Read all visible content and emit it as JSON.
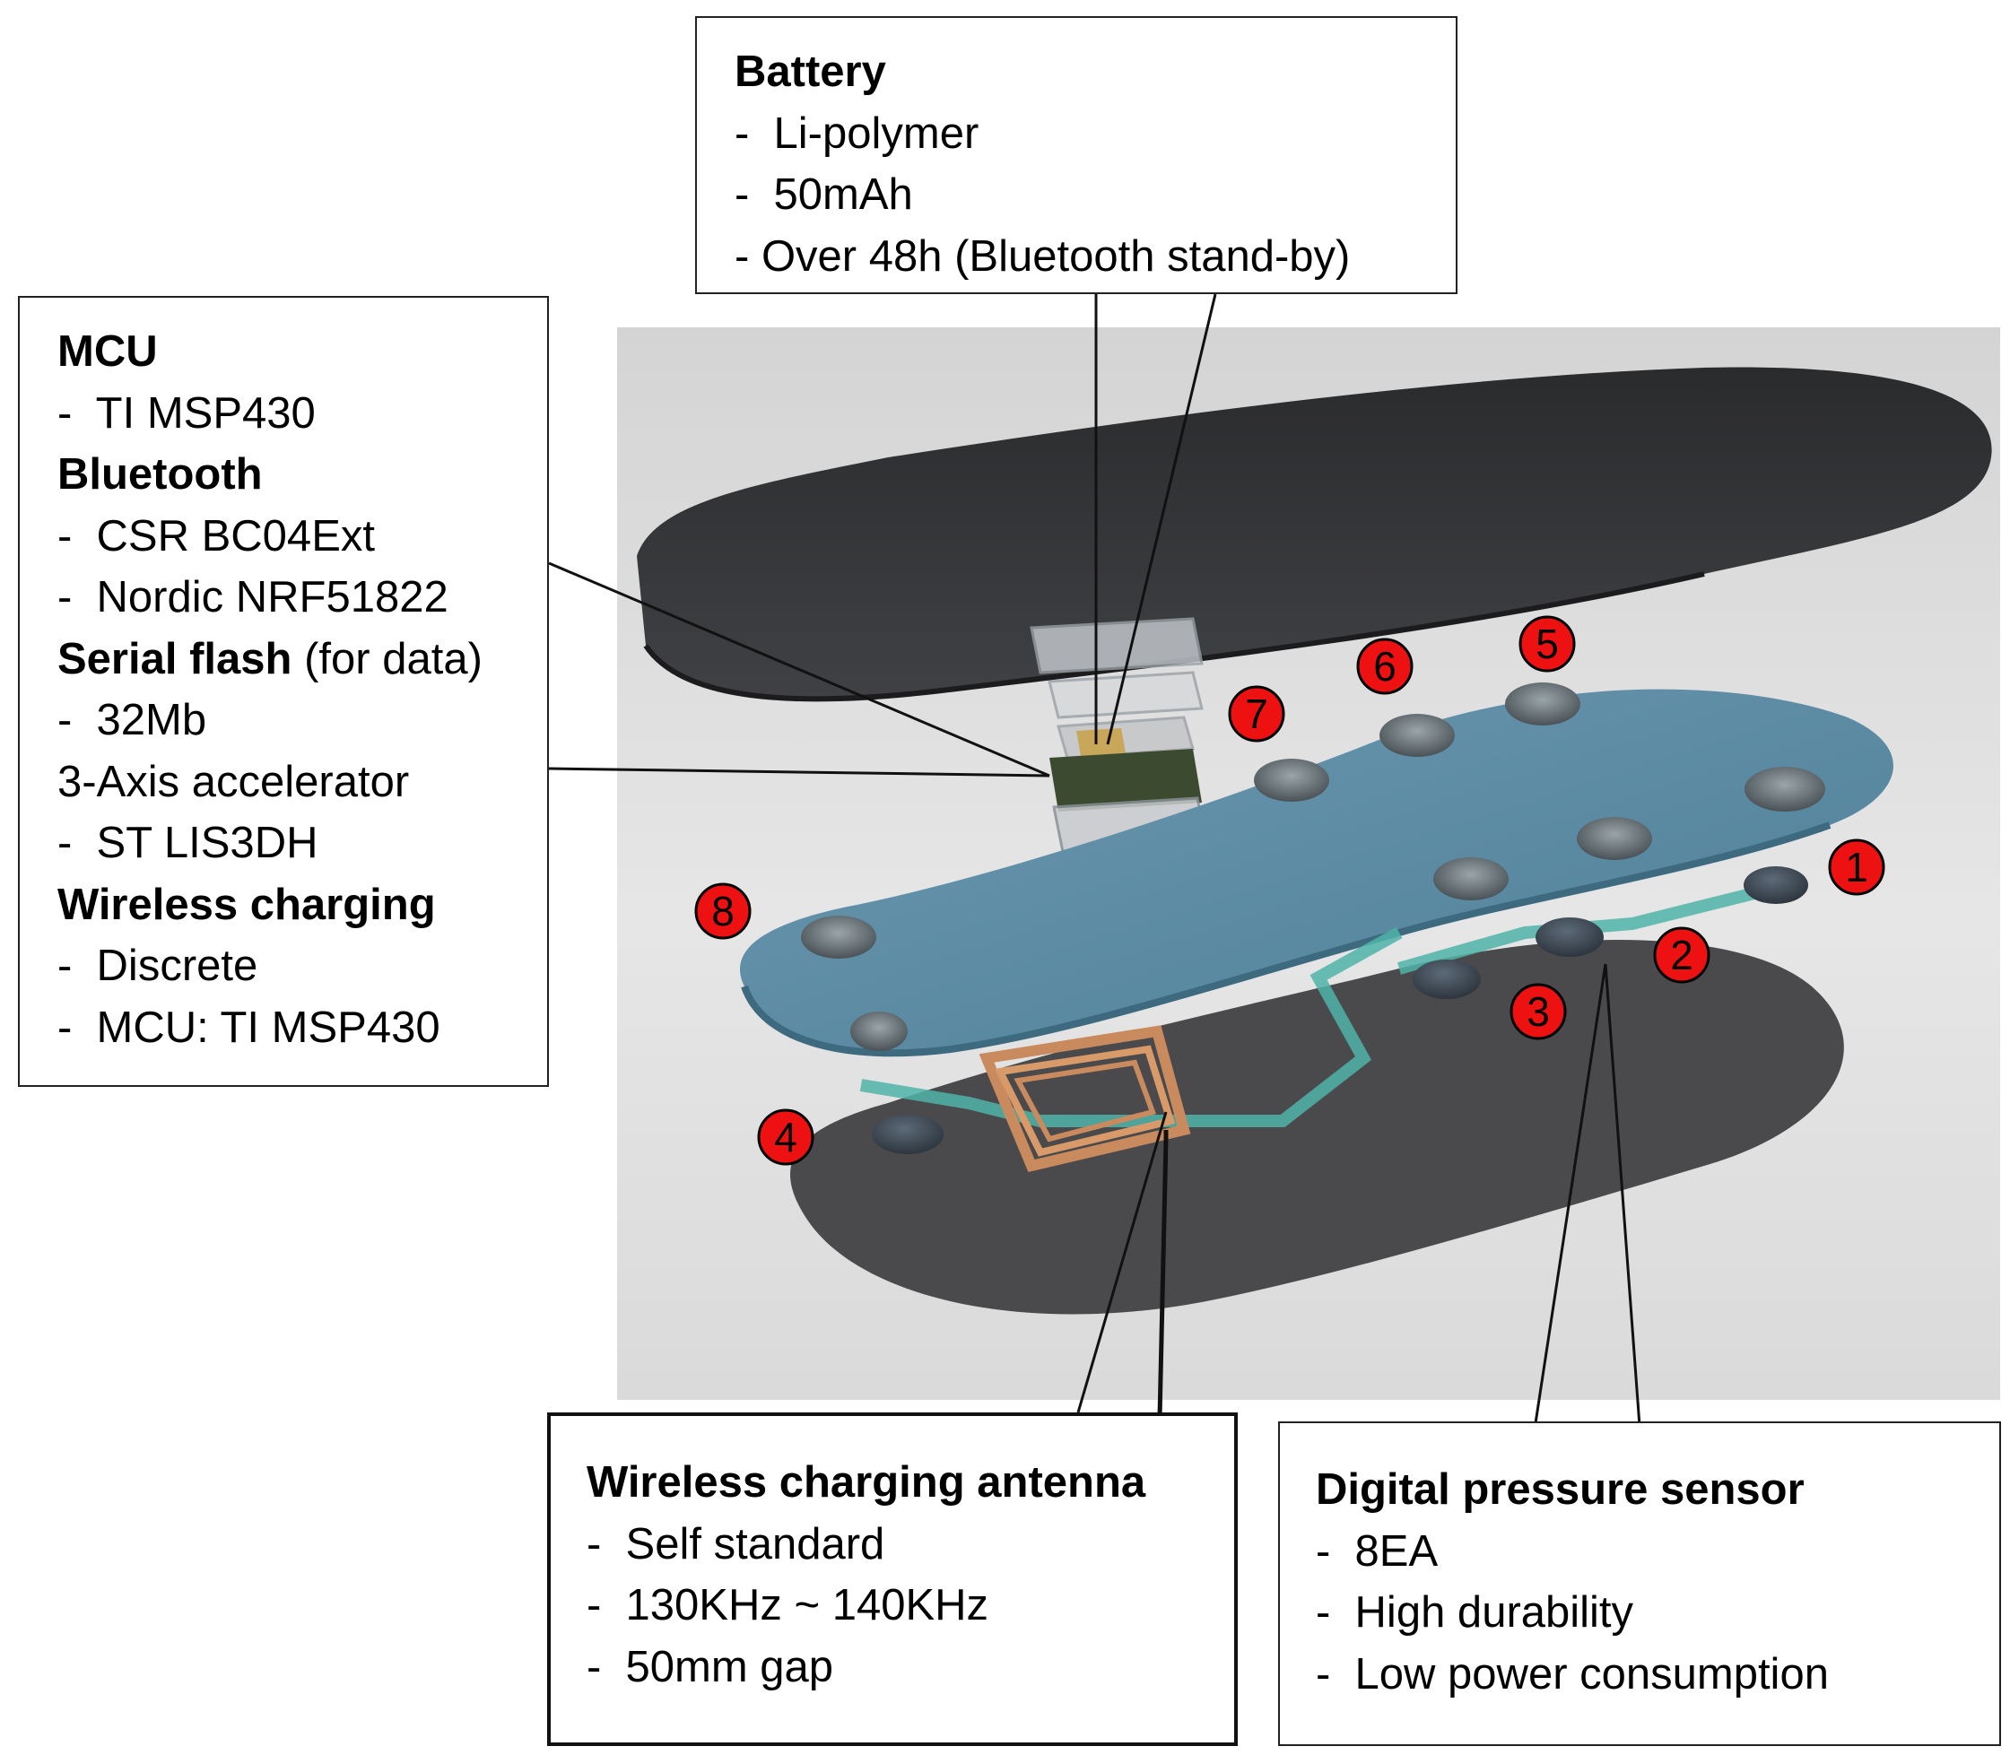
{
  "callouts": {
    "battery": {
      "heading": "Battery",
      "items": [
        "Li-polymer",
        "50mAh",
        "Over 48h (Bluetooth stand-by)"
      ]
    },
    "mcu": {
      "heading_mcu": "MCU",
      "mcu_item": "TI MSP430",
      "heading_bluetooth": "Bluetooth",
      "bluetooth_items": [
        "CSR BC04Ext",
        "Nordic NRF51822"
      ],
      "heading_flash": "Serial flash",
      "flash_note": " (for data)",
      "flash_item": "32Mb",
      "accel_label": "3-Axis accelerator",
      "accel_item": "ST LIS3DH",
      "heading_wireless": "Wireless charging",
      "wireless_items": [
        "Discrete",
        "MCU: TI MSP430"
      ]
    },
    "antenna": {
      "heading": "Wireless charging antenna",
      "items": [
        "Self standard",
        "130KHz ~ 140KHz",
        "50mm gap"
      ]
    },
    "sensor": {
      "heading": "Digital pressure sensor",
      "items": [
        "8EA",
        "High durability",
        "Low power consumption"
      ]
    }
  },
  "sensor_markers": [
    "1",
    "2",
    "3",
    "4",
    "5",
    "6",
    "7",
    "8"
  ],
  "colors": {
    "marker_fill": "#ee1111",
    "insole_top": "#3a3b3d",
    "sensor_layer": "#5a8aa3",
    "insole_bottom": "#4a4a4c",
    "coil": "#c98a5e",
    "pcb_trace": "#4fb3a8",
    "render_background": "#dcdcdc"
  }
}
